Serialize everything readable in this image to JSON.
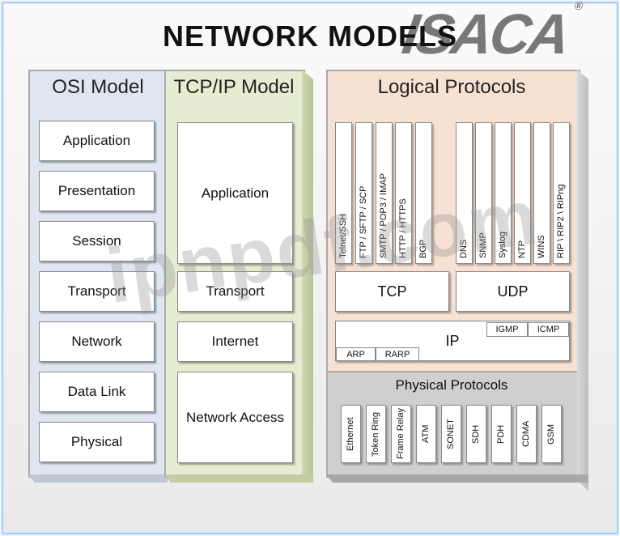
{
  "title": "NETWORK MODELS",
  "logo": {
    "text": "ISACA",
    "mark": "®"
  },
  "watermark": "ipnpdf.com",
  "osi": {
    "heading": "OSI Model",
    "layers": [
      "Application",
      "Presentation",
      "Session",
      "Transport",
      "Network",
      "Data Link",
      "Physical"
    ]
  },
  "tcpip": {
    "heading": "TCP/IP Model",
    "layers": [
      "Application",
      "Transport",
      "Internet",
      "Network Access"
    ]
  },
  "logical": {
    "heading": "Logical Protocols",
    "tcp_apps": [
      "Telnet/SSH",
      "FTP / SFTP / SCP",
      "SMTP / POP3 / IMAP",
      "HTTP / HTTPS",
      "BGP"
    ],
    "udp_apps": [
      "DNS",
      "SNMP",
      "Syslog",
      "NTP",
      "WINS",
      "RIP \\ RIP2 \\ RIPng"
    ],
    "tcp": "TCP",
    "udp": "UDP",
    "ip": "IP",
    "igmp": "IGMP",
    "icmp": "ICMP",
    "arp": "ARP",
    "rarp": "RARP"
  },
  "physical": {
    "heading": "Physical Protocols",
    "items": [
      "Ethernet",
      "Token Ring",
      "Frame Relay",
      "ATM",
      "SONET",
      "SDH",
      "PDH",
      "CDMA",
      "GSM"
    ]
  }
}
